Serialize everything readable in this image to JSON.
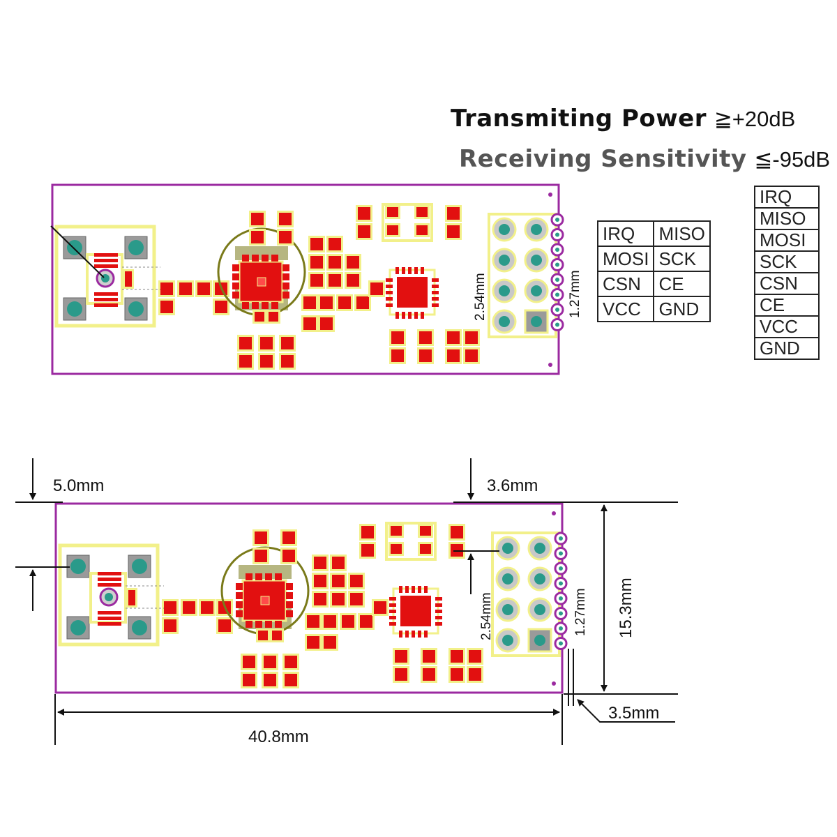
{
  "specs": {
    "transmit_label": "Transmiting Power",
    "transmit_value": "≧+20dB",
    "receive_label": "Receiving Sensitivity",
    "receive_value": "≦-95dB"
  },
  "pin_grid": [
    [
      "IRQ",
      "MISO"
    ],
    [
      "MOSI",
      "SCK"
    ],
    [
      "CSN",
      "CE"
    ],
    [
      "VCC",
      "GND"
    ]
  ],
  "pin_list": [
    "IRQ",
    "MISO",
    "MOSI",
    "SCK",
    "CSN",
    "CE",
    "VCC",
    "GND"
  ],
  "board_top": {
    "pitch_header": "2.54mm",
    "pitch_pins": "1.27mm"
  },
  "board_bottom": {
    "dim_top_left": "5.0mm",
    "dim_top_right": "3.6mm",
    "dim_height": "15.3mm",
    "dim_width": "40.8mm",
    "dim_edge": "3.5mm",
    "pitch_header": "2.54mm",
    "pitch_pins": "1.27mm"
  },
  "colors": {
    "board_outline": "#9b2aa0",
    "pad": "#e21010",
    "silkscreen": "#f2f08a",
    "via": "#2a9a8a",
    "shield": "#7a7a1a"
  }
}
